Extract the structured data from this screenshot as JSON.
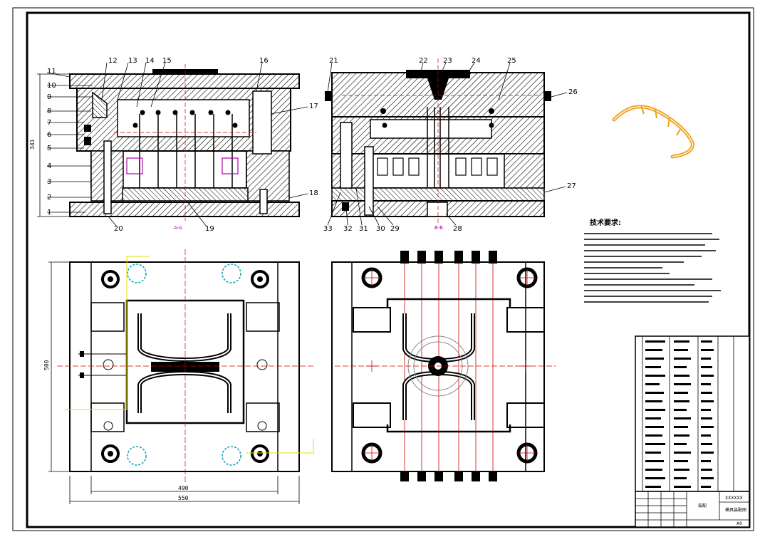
{
  "labels": {
    "left": [
      "1",
      "2",
      "3",
      "4",
      "5",
      "6",
      "7",
      "8",
      "9",
      "10",
      "11"
    ],
    "top_left": [
      "12",
      "13",
      "14",
      "15",
      "16"
    ],
    "right_of_left_view": [
      "17",
      "18"
    ],
    "bottom_left": [
      "19",
      "20"
    ],
    "top_right": [
      "21",
      "22",
      "23",
      "24",
      "25",
      "26"
    ],
    "right_of_right_view": [
      "27"
    ],
    "bottom_right": [
      "28",
      "29",
      "30",
      "31",
      "32",
      "33"
    ]
  },
  "section_marks": {
    "a": "A-A",
    "b": "B-B"
  },
  "dimensions": {
    "height": "341",
    "width_inner": "490",
    "width_outer": "550",
    "height_plan": "500"
  },
  "tech_requirements_title": "技术要求:",
  "title_block": {
    "cell_a": "XXXXXX",
    "cell_b": "模具装配图",
    "cell_c": "装配",
    "sheet": "A0"
  },
  "colors": {
    "line": "#000000",
    "centerline": "#d00000",
    "part": "#f0a020",
    "marker": "#b000b0"
  }
}
